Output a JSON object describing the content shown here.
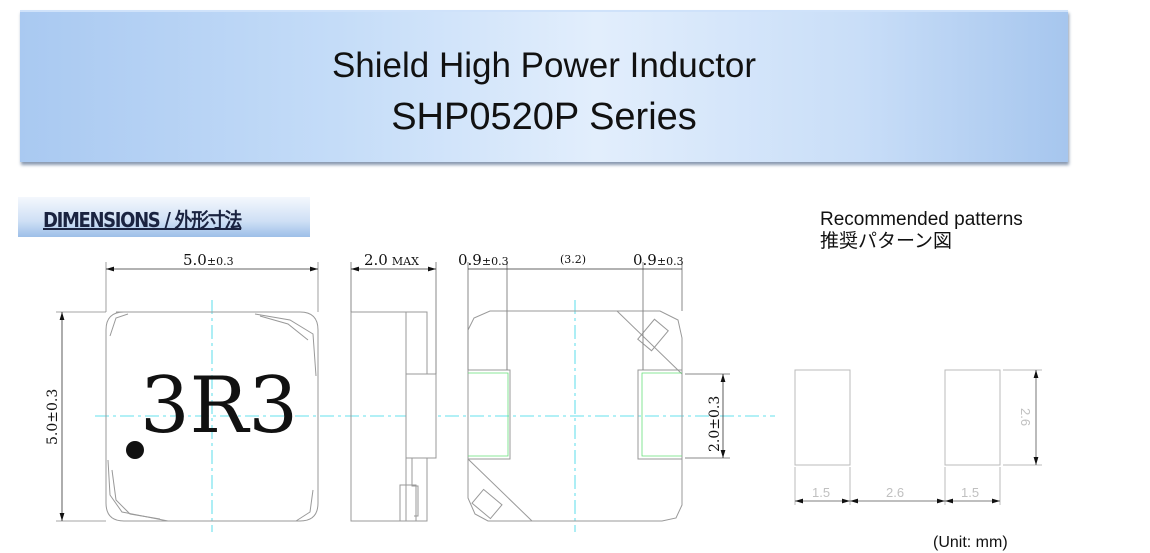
{
  "header": {
    "title_line1": "Shield High Power Inductor",
    "title_line2": "SHP0520P Series"
  },
  "section": {
    "title": "DIMENSIONS / 外形寸法"
  },
  "front_view": {
    "marking": "3R3",
    "width_dim": "5.0",
    "width_tol": "±0.3",
    "height_dim": "5.0±0.3"
  },
  "side_view": {
    "thickness_dim": "2.0",
    "thickness_note": "MAX"
  },
  "bottom_view": {
    "left_pad": "0.9",
    "left_tol": "±0.3",
    "gap": "(3.2)",
    "right_pad": "0.9",
    "right_tol": "±0.3",
    "pad_height": "2.0±0.3"
  },
  "recommended": {
    "title_en": "Recommended patterns",
    "title_jp": "推奨パターン図",
    "pad_width_left": "1.5",
    "gap": "2.6",
    "pad_width_right": "1.5",
    "pad_height": "2.6",
    "unit": "(Unit: mm)"
  },
  "colors": {
    "centerline": "#33d6e6",
    "pad_inner": "#66e07a",
    "outline": "#9a9a9a"
  }
}
